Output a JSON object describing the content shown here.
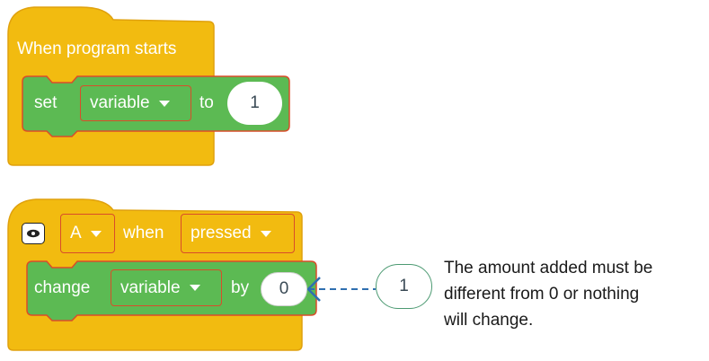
{
  "colors": {
    "hat_yellow": "#f2bb10",
    "hat_border": "#e0a10d",
    "block_green": "#5cba53",
    "block_border": "#d94d2a",
    "connector_blue": "#2f6fb0",
    "hint_green": "#4c9a72"
  },
  "block1": {
    "hat_label": "When program starts",
    "set_label": "set",
    "variable_dropdown": "variable",
    "to_label": "to",
    "value": "1"
  },
  "block2": {
    "button_icon": "hub-button-icon",
    "button_dropdown": "A",
    "when_label": "when",
    "state_dropdown": "pressed",
    "change_label": "change",
    "variable_dropdown": "variable",
    "by_label": "by",
    "value": "0"
  },
  "hint": {
    "suggested_value": "1",
    "note_line1": "The amount added must be",
    "note_line2": "different from 0 or nothing",
    "note_line3": "will change."
  }
}
